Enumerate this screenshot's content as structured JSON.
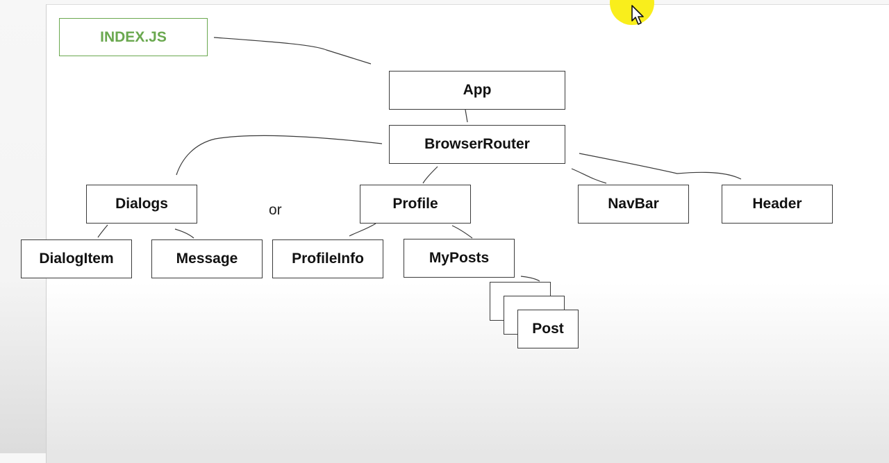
{
  "diagram": {
    "index_label": "INDEX.JS",
    "app": "App",
    "browser_router": "BrowserRouter",
    "dialogs": "Dialogs",
    "or_text": "or",
    "profile": "Profile",
    "navbar": "NavBar",
    "header": "Header",
    "dialog_item": "DialogItem",
    "message": "Message",
    "profile_info": "ProfileInfo",
    "my_posts": "MyPosts",
    "post": "Post"
  },
  "colors": {
    "index_accent": "#6aa84f",
    "cursor_highlight": "#f9ee1c"
  },
  "icons": {
    "cursor": "mouse-pointer-icon"
  }
}
